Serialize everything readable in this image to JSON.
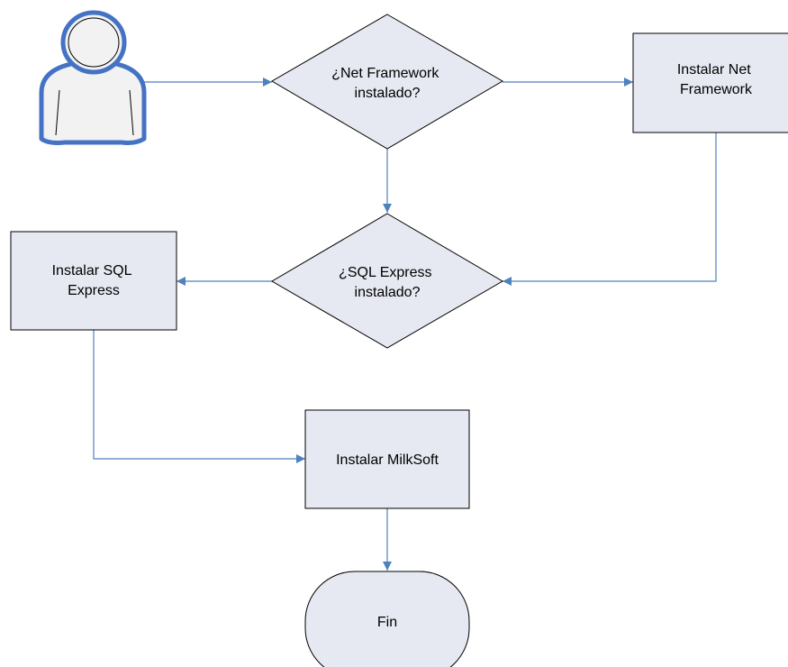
{
  "diagram": {
    "nodes": {
      "user": {
        "icon": "user-icon"
      },
      "net_check": {
        "shape": "decision",
        "lines": [
          "¿Net Framework",
          "instalado?"
        ]
      },
      "net_install": {
        "shape": "process",
        "lines": [
          "Instalar Net",
          "Framework"
        ]
      },
      "sql_check": {
        "shape": "decision",
        "lines": [
          "¿SQL Express",
          "instalado?"
        ]
      },
      "sql_install": {
        "shape": "process",
        "lines": [
          "Instalar SQL",
          "Express"
        ]
      },
      "milksoft_install": {
        "shape": "process",
        "lines": [
          "Instalar MilkSoft"
        ]
      },
      "end": {
        "shape": "terminator",
        "lines": [
          "Fin"
        ]
      }
    },
    "edges": [
      {
        "from": "user",
        "to": "net_check"
      },
      {
        "from": "net_check",
        "to": "net_install"
      },
      {
        "from": "net_check",
        "to": "sql_check"
      },
      {
        "from": "net_install",
        "to": "sql_check"
      },
      {
        "from": "sql_check",
        "to": "sql_install"
      },
      {
        "from": "sql_install",
        "to": "milksoft_install"
      },
      {
        "from": "milksoft_install",
        "to": "end"
      }
    ]
  },
  "colors": {
    "shape_fill": "#E7E9F2",
    "shape_stroke": "#000000",
    "connector": "#4F81BD",
    "user_outline": "#4472C4",
    "user_fill": "#F2F2F2"
  }
}
